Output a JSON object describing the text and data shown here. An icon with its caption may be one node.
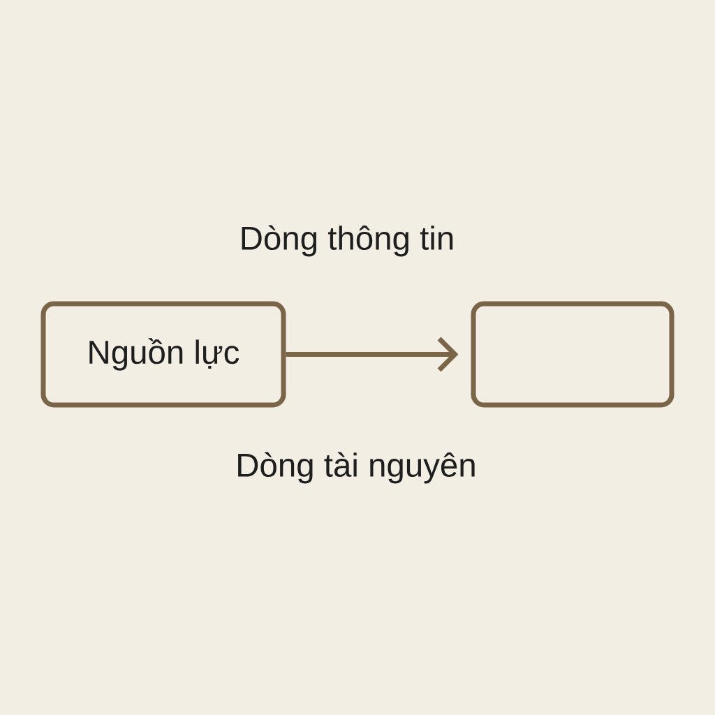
{
  "diagram": {
    "nodes": [
      {
        "text": [
          "Nguồn lực"
        ]
      },
      {
        "text": [],
        "shape": "box"
      }
    ],
    "edges": [
      {
        "from": 0,
        "to": 1,
        "arrow": "to"
      }
    ],
    "labels": [
      "Dòng thông tin",
      "Dòng tài nguyên"
    ]
  }
}
